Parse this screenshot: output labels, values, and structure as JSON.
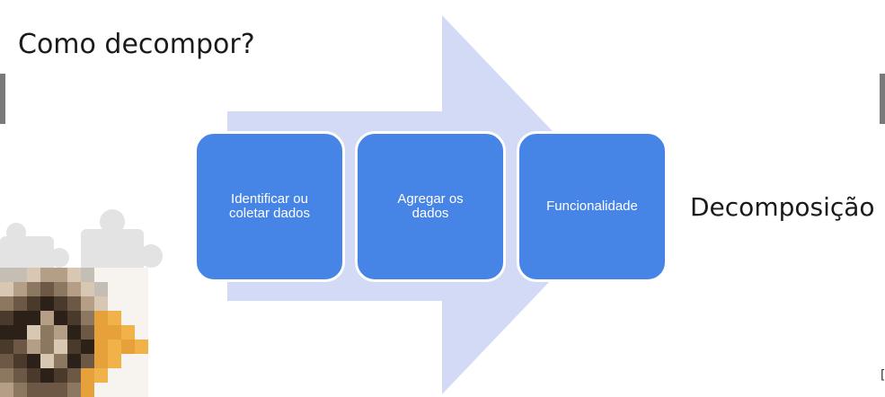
{
  "slide": {
    "title": "Como decompor?",
    "result_label": "Decomposição",
    "corner_mark": "["
  },
  "diagram": {
    "steps": [
      {
        "label_lines": [
          "Identificar ou",
          "coletar dados"
        ]
      },
      {
        "label_lines": [
          "Agregar os",
          "dados"
        ]
      },
      {
        "label_lines": [
          "Funcionalidade"
        ]
      }
    ]
  },
  "colors": {
    "arrow_fill": "#d2daf6",
    "step_fill": "#4684e6",
    "step_text": "#ffffff",
    "puzzle_fill": "#e3e3e3"
  }
}
